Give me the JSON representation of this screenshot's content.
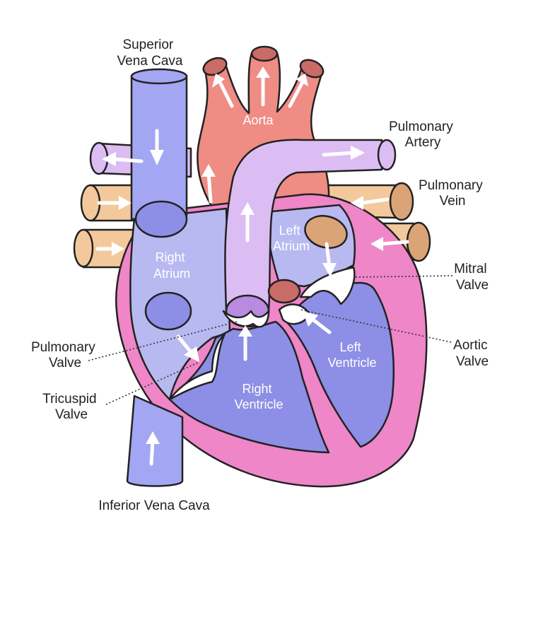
{
  "labels": {
    "superior_vena_cava": [
      "Superior",
      "Vena Cava"
    ],
    "aorta": "Aorta",
    "pulmonary_artery": [
      "Pulmonary",
      "Artery"
    ],
    "pulmonary_vein": [
      "Pulmonary",
      "Vein"
    ],
    "left_atrium": [
      "Left",
      "Atrium"
    ],
    "right_atrium": [
      "Right",
      "Atrium"
    ],
    "mitral_valve": [
      "Mitral",
      "Valve"
    ],
    "aortic_valve": [
      "Aortic",
      "Valve"
    ],
    "pulmonary_valve": [
      "Pulmonary",
      "Valve"
    ],
    "left_ventricle": [
      "Left",
      "Ventricle"
    ],
    "tricuspid_valve": [
      "Tricuspid",
      "Valve"
    ],
    "right_ventricle": [
      "Right",
      "Ventricle"
    ],
    "inferior_vena_cava": "Inferior Vena Cava"
  },
  "colors": {
    "vena_cava": "#a3a6f2",
    "aorta": "#ef8c84",
    "aorta_dark": "#c96b66",
    "pulmonary_artery": "#dcbdf3",
    "pulmonary_vein": "#f3c99c",
    "pulmonary_vein_end": "#dba477",
    "heart_wall": "#ee86c8",
    "right_chamber": "#b8b9f1",
    "ventricle_right": "#8d8ee5",
    "ventricle_left": "#8d8ee5",
    "atrium_left": "#b8b9f1"
  }
}
